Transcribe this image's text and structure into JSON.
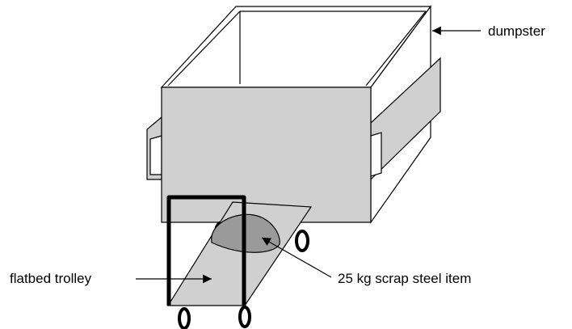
{
  "labels": {
    "dumpster": "dumpster",
    "trolley": "flatbed trolley",
    "steel_item": "25 kg scrap steel item"
  },
  "colors": {
    "fill_light": "#d0d0d0",
    "fill_item": "#9a9a9a",
    "stroke": "#000000",
    "background": "#ffffff"
  }
}
